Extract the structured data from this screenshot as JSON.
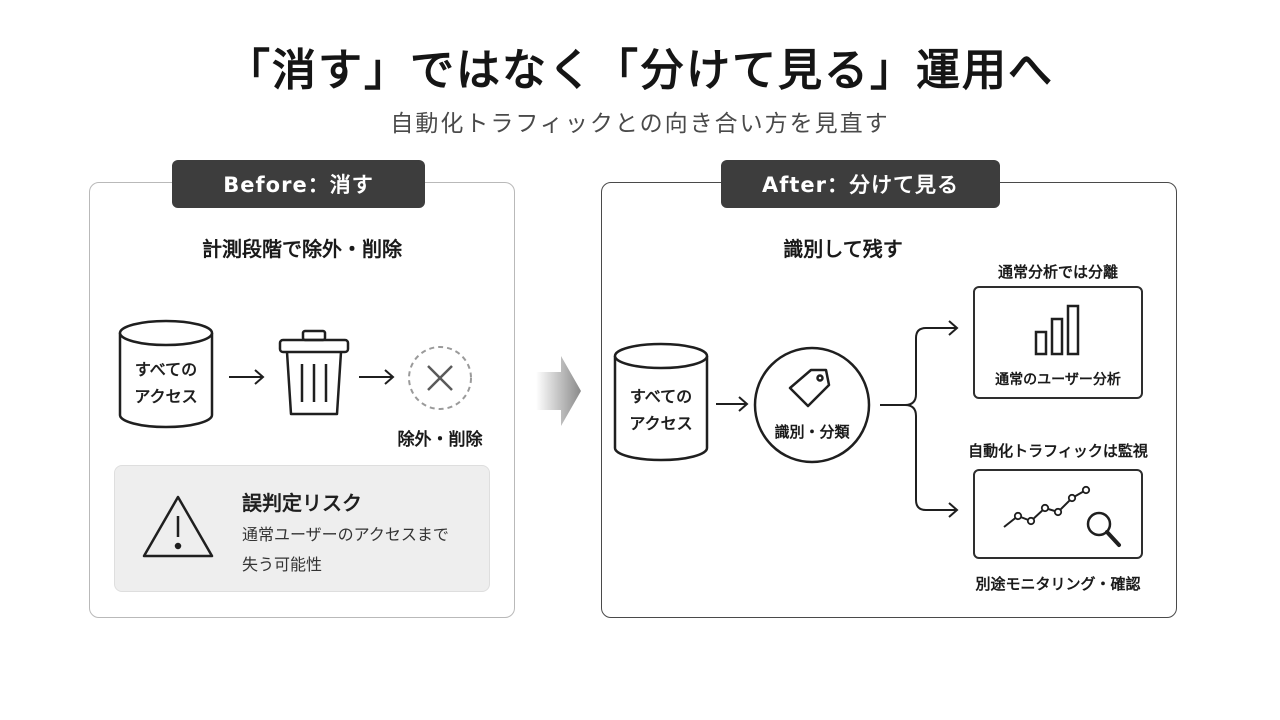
{
  "header": {
    "title": "「消す」ではなく「分けて見る」運用へ",
    "subtitle": "自動化トラフィックとの向き合い方を見直す"
  },
  "before": {
    "tag": "Before：消す",
    "heading": "計測段階で除外・削除",
    "source_line1": "すべての",
    "source_line2": "アクセス",
    "result_label": "除外・削除",
    "risk_title": "誤判定リスク",
    "risk_line1": "通常ユーザーのアクセスまで",
    "risk_line2": "失う可能性"
  },
  "after": {
    "tag": "After：分けて見る",
    "heading": "識別して残す",
    "source_line1": "すべての",
    "source_line2": "アクセス",
    "classify_label": "識別・分類",
    "branch1_heading": "通常分析では分離",
    "branch1_caption": "通常のユーザー分析",
    "branch2_heading": "自動化トラフィックは監視",
    "branch2_caption": "別途モニタリング・確認"
  },
  "icons": {
    "database": "database-icon",
    "trash": "trash-icon",
    "removed": "x-circle-icon",
    "warning": "warning-icon",
    "tag": "tag-icon",
    "bar_chart": "bar-chart-icon",
    "line_chart": "line-chart-icon",
    "search": "magnifier-icon"
  },
  "colors": {
    "tag_bg": "#3d3d3d",
    "risk_bg": "#eeeeee",
    "ink": "#1f1f1f"
  }
}
